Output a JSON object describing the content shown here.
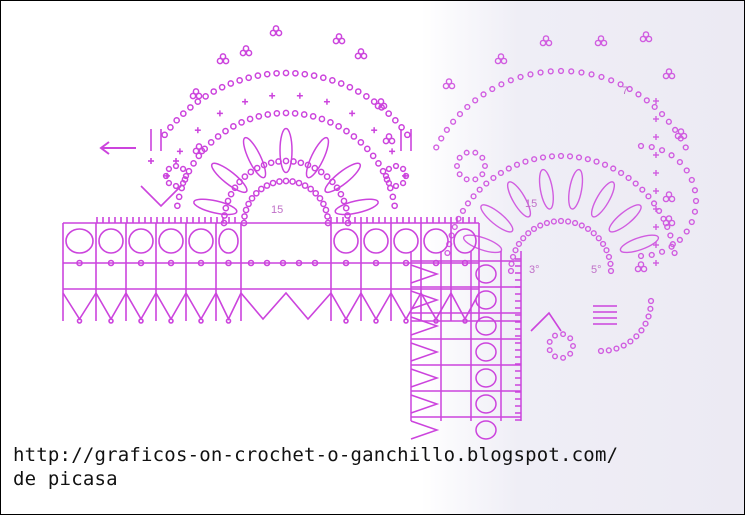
{
  "diagram": {
    "labels": {
      "left_round": "15",
      "right_round": "15",
      "right_seven": "7",
      "right_three": "3°",
      "right_five": "5°"
    },
    "ink_color": "#cc44dd",
    "wash_color": "#eceaf3"
  },
  "caption": {
    "url": "http://graficos-on-crochet-o-ganchillo.blogspot.com/",
    "source": "de picasa"
  }
}
